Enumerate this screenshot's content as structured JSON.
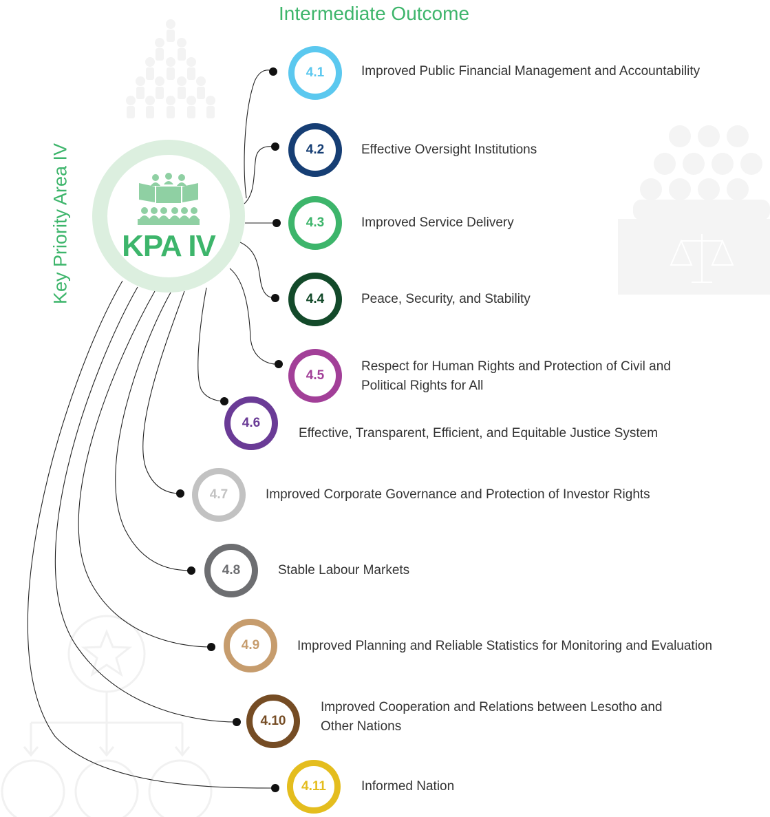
{
  "heading": "Intermediate Outcome",
  "side_label": "Key Priority Area IV",
  "hub": {
    "label": "KPA IV",
    "fill": "#dcefdf",
    "icon_color": "#8fd0a3",
    "text_color": "#3db56b"
  },
  "outcomes": [
    {
      "number": "4.1",
      "label": "Improved Public Financial Management and Accountability",
      "color": "#5bc8ef"
    },
    {
      "number": "4.2",
      "label": "Effective Oversight Institutions",
      "color": "#163e74"
    },
    {
      "number": "4.3",
      "label": "Improved Service Delivery",
      "color": "#3db56b"
    },
    {
      "number": "4.4",
      "label": "Peace, Security, and Stability",
      "color": "#134a2a"
    },
    {
      "number": "4.5",
      "label": "Respect for Human Rights and Protection of Civil and Political Rights for All",
      "color": "#a23f98"
    },
    {
      "number": "4.6",
      "label": "Effective, Transparent, Efficient, and Equitable Justice System",
      "color": "#6a3b96"
    },
    {
      "number": "4.7",
      "label": "Improved Corporate Governance and Protection of Investor Rights",
      "color": "#c2c2c2"
    },
    {
      "number": "4.8",
      "label": "Stable Labour Markets",
      "color": "#6d6e71"
    },
    {
      "number": "4.9",
      "label": "Improved Planning and Reliable Statistics for Monitoring and Evaluation",
      "color": "#c69c6d"
    },
    {
      "number": "4.10",
      "label": "Improved Cooperation and Relations between Lesotho and Other Nations",
      "color": "#754c24"
    },
    {
      "number": "4.11",
      "label": "Informed Nation",
      "color": "#e4bd1e"
    }
  ]
}
